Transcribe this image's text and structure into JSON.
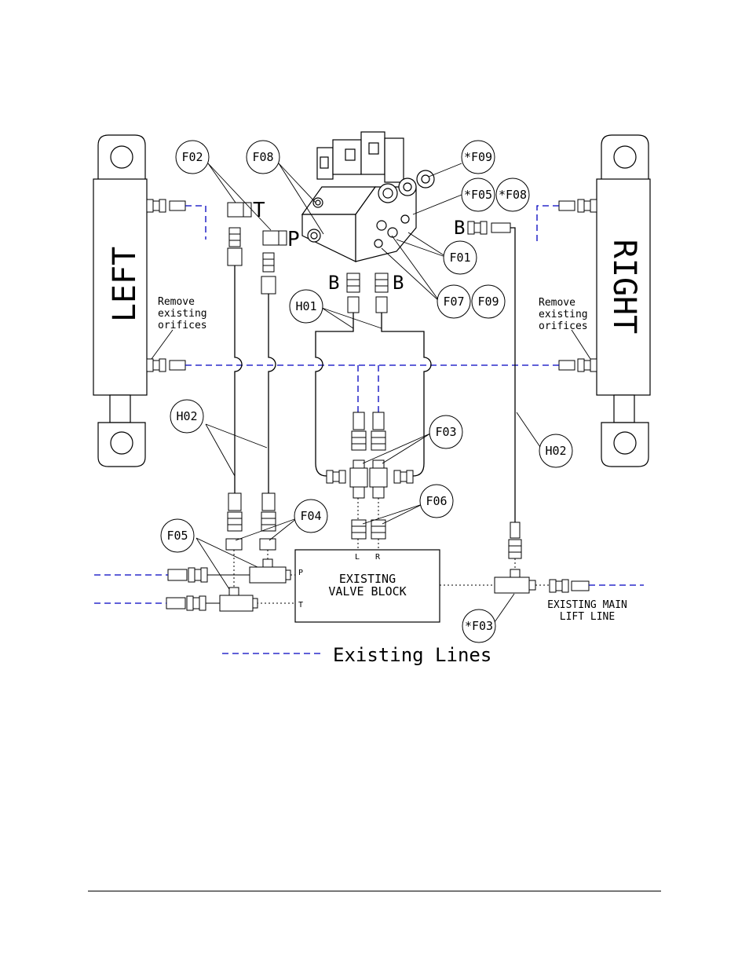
{
  "cylinders": {
    "left": {
      "label": "LEFT"
    },
    "right": {
      "label": "RIGHT"
    }
  },
  "notes": {
    "remove_orifices_left": [
      "Remove",
      "existing",
      "orifices"
    ],
    "remove_orifices_right": [
      "Remove",
      "existing",
      "orifices"
    ]
  },
  "port_labels": {
    "t": "T",
    "p": "P",
    "b_left": "B",
    "b_mid": "B",
    "b_right": "B",
    "block_p": "P",
    "block_t": "T",
    "block_l": "L",
    "block_r": "R"
  },
  "callouts": {
    "f02": "F02",
    "f08": "F08",
    "f09_star": "*F09",
    "f05_star": "*F05",
    "f08_star": "*F08",
    "f01": "F01",
    "f07": "F07",
    "f09": "F09",
    "h01": "H01",
    "h02_left": "H02",
    "h02_right": "H02",
    "f03": "F03",
    "f06": "F06",
    "f04": "F04",
    "f05": "F05",
    "f03_star": "*F03"
  },
  "valve_block": {
    "line1": "EXISTING",
    "line2": "VALVE BLOCK"
  },
  "main_lift": {
    "line1": "EXISTING MAIN",
    "line2": "LIFT LINE"
  },
  "legend": {
    "label": "Existing Lines",
    "line_color": "#0000c0"
  }
}
